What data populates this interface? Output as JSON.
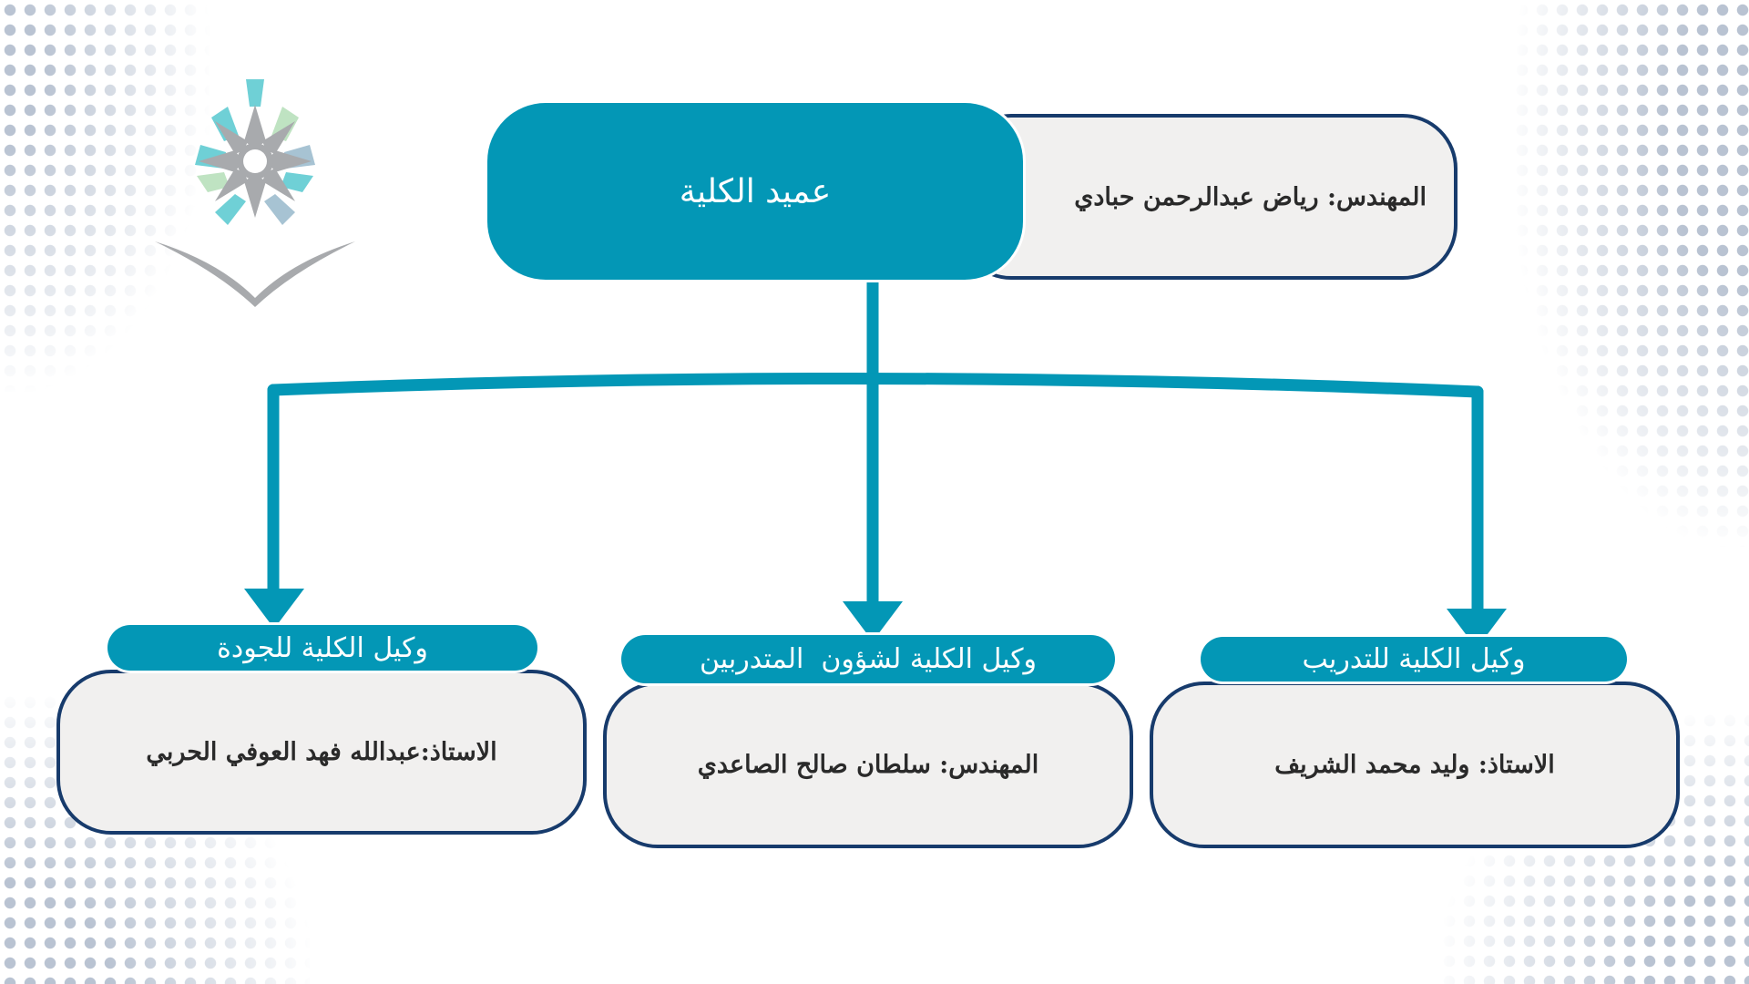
{
  "dean": {
    "title": "عميد الكلية",
    "name": "المهندس: رياض عبدالرحمن حبادي"
  },
  "units": [
    {
      "title": "وكيل الكلية للجودة",
      "name": "الاستاذ:عبدالله فهد العوفي الحربي"
    },
    {
      "title": "وكيل الكلية لشؤون  المتدربين",
      "name": "المهندس: سلطان صالح الصاعدي"
    },
    {
      "title": "وكيل الكلية للتدريب",
      "name": "الاستاذ: وليد محمد الشريف"
    }
  ],
  "colors": {
    "accent": "#0397b6",
    "border": "#173b6c",
    "box_fill": "#f1f0ef",
    "logo_gray": "#a8aaad",
    "logo_teal": "#6fd0d6",
    "logo_green": "#bfe3c2",
    "logo_blue": "#a7c3d3"
  },
  "icons": [
    "organization-logo-icon",
    "arrow-down-icon"
  ]
}
